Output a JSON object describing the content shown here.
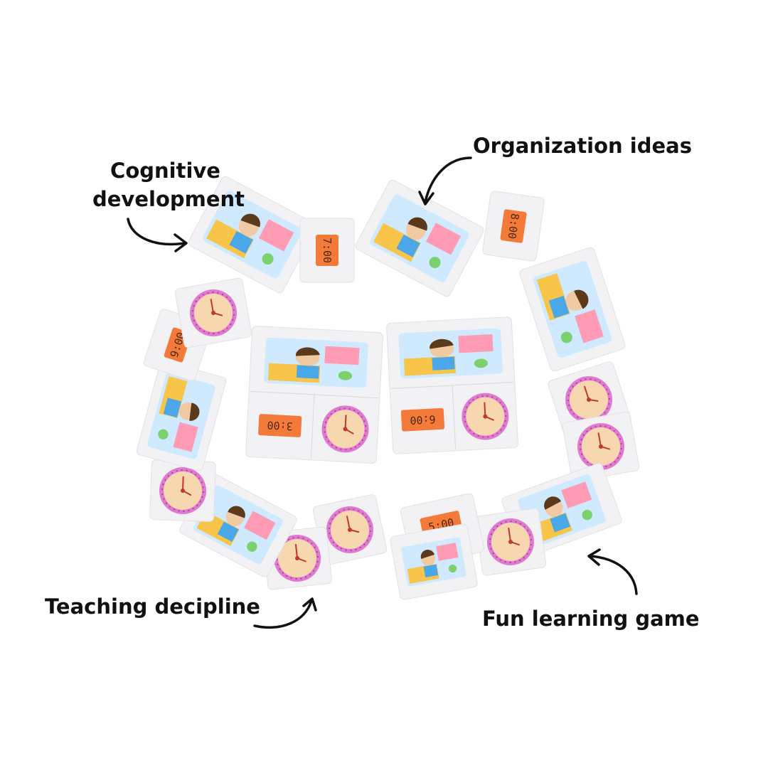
{
  "annotations": {
    "cognitive_line1": "Cognitive",
    "cognitive_line2": "development",
    "organization": "Organization ideas",
    "teaching": "Teaching decipline",
    "fun": "Fun learning game"
  },
  "time_cards": [
    "7:00",
    "8:00",
    "9:00",
    "3:00",
    "6:00",
    "5:00"
  ],
  "colors": {
    "card": "#f2f2f4",
    "clock_face": "#e07ad0",
    "clock_center": "#f6d7b0",
    "time_tag": "#f47a3a",
    "text": "#111111"
  },
  "icons": [
    "curved-arrow-icon",
    "clock-icon"
  ]
}
